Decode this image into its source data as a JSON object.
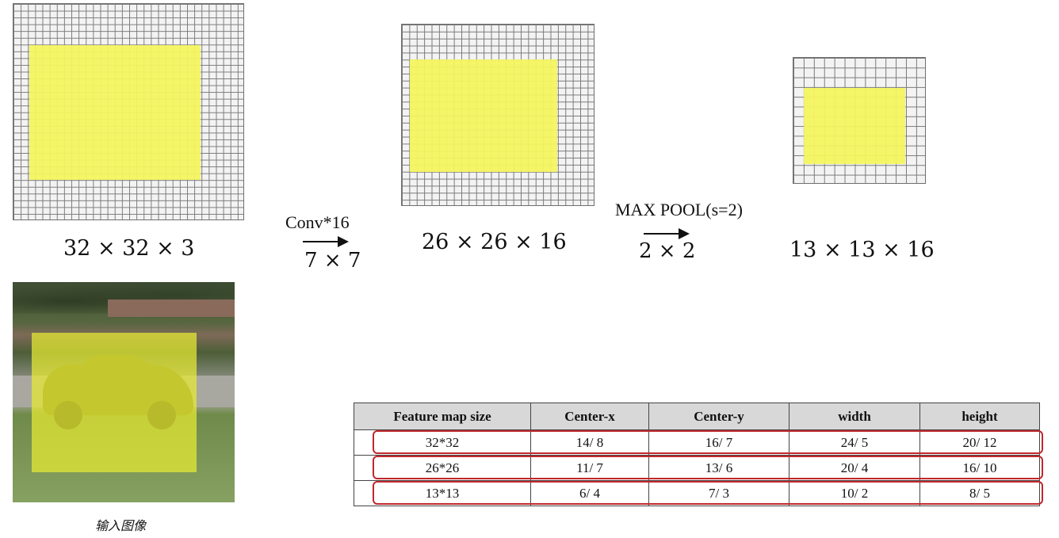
{
  "stages": [
    {
      "label": "32 × 32 × 3",
      "cells": 32
    },
    {
      "label": "26 × 26 × 16",
      "cells": 26
    },
    {
      "label": "13 × 13 × 16",
      "cells": 13
    }
  ],
  "ops": [
    {
      "name": "Conv*16",
      "kernel": "7 × 7"
    },
    {
      "name": "MAX POOL(s=2)",
      "kernel": "2 × 2"
    }
  ],
  "photo_caption": "输入图像",
  "colors": {
    "highlight": "#f4f460",
    "row_outline": "#c0282d",
    "header_bg": "#d8d8d8"
  },
  "table": {
    "headers": [
      "Feature map size",
      "Center-x",
      "Center-y",
      "width",
      "height"
    ],
    "rows": [
      [
        "32*32",
        "14/ 8",
        "16/ 7",
        "24/ 5",
        "20/ 12"
      ],
      [
        "26*26",
        "11/ 7",
        "13/ 6",
        "20/ 4",
        "16/ 10"
      ],
      [
        "13*13",
        "6/ 4",
        "7/ 3",
        "10/ 2",
        "8/ 5"
      ]
    ]
  }
}
